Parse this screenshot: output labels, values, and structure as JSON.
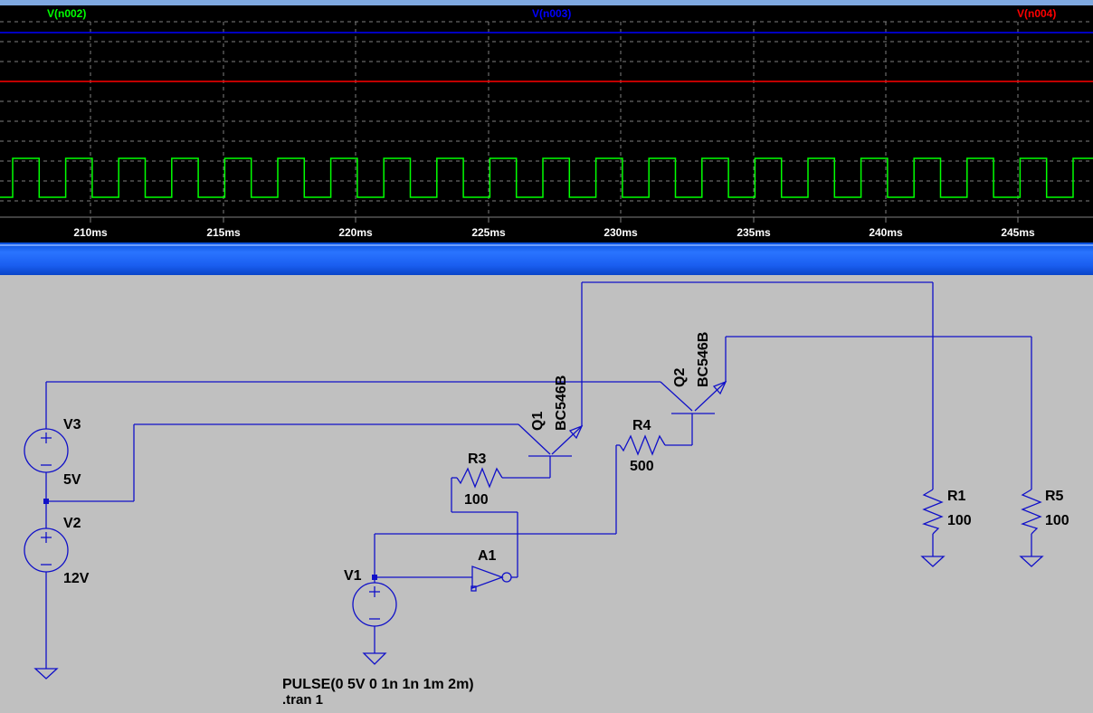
{
  "waveform": {
    "traces": [
      {
        "name": "V(n002)",
        "color": "#00ff00"
      },
      {
        "name": "V(n003)",
        "color": "#0000ff"
      },
      {
        "name": "V(n004)",
        "color": "#ff0000"
      }
    ],
    "x_ticks": [
      "210ms",
      "215ms",
      "220ms",
      "225ms",
      "230ms",
      "235ms",
      "240ms",
      "245ms"
    ]
  },
  "schematic": {
    "V3": {
      "name": "V3",
      "value": "5V"
    },
    "V2": {
      "name": "V2",
      "value": "12V"
    },
    "V1": {
      "name": "V1"
    },
    "Q1": {
      "name": "Q1",
      "model": "BC546B"
    },
    "Q2": {
      "name": "Q2",
      "model": "BC546B"
    },
    "R3": {
      "name": "R3",
      "value": "100"
    },
    "R4": {
      "name": "R4",
      "value": "500"
    },
    "R1": {
      "name": "R1",
      "value": "100"
    },
    "R5": {
      "name": "R5",
      "value": "100"
    },
    "A1": {
      "name": "A1"
    },
    "directives": {
      "pulse": "PULSE(0 5V 0 1n 1n 1m 2m)",
      "tran": ".tran 1"
    }
  }
}
